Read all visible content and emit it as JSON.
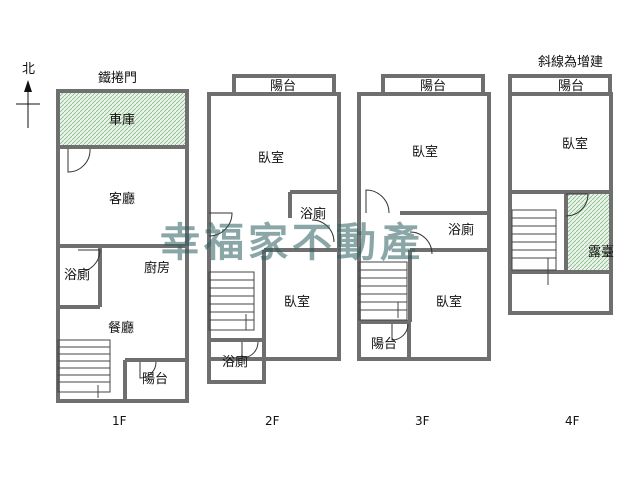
{
  "compass": {
    "north": "北"
  },
  "note": "斜線為增建",
  "watermark": "幸福家不動產",
  "floors": [
    {
      "label": "1F",
      "header": "鐵捲門",
      "rooms": [
        "車庫",
        "客廳",
        "浴廁",
        "廚房",
        "餐廳",
        "陽台"
      ]
    },
    {
      "label": "2F",
      "header": "陽台",
      "rooms": [
        "臥室",
        "浴廁",
        "臥室",
        "浴廁"
      ]
    },
    {
      "label": "3F",
      "header": "陽台",
      "rooms": [
        "臥室",
        "浴廁",
        "臥室",
        "陽台"
      ]
    },
    {
      "label": "4F",
      "header": "陽台",
      "rooms": [
        "臥室",
        "露臺"
      ]
    }
  ],
  "colors": {
    "wall": "#6f6f6f",
    "hatch": "#7ab27a",
    "watermark": "#2a5c5c"
  }
}
